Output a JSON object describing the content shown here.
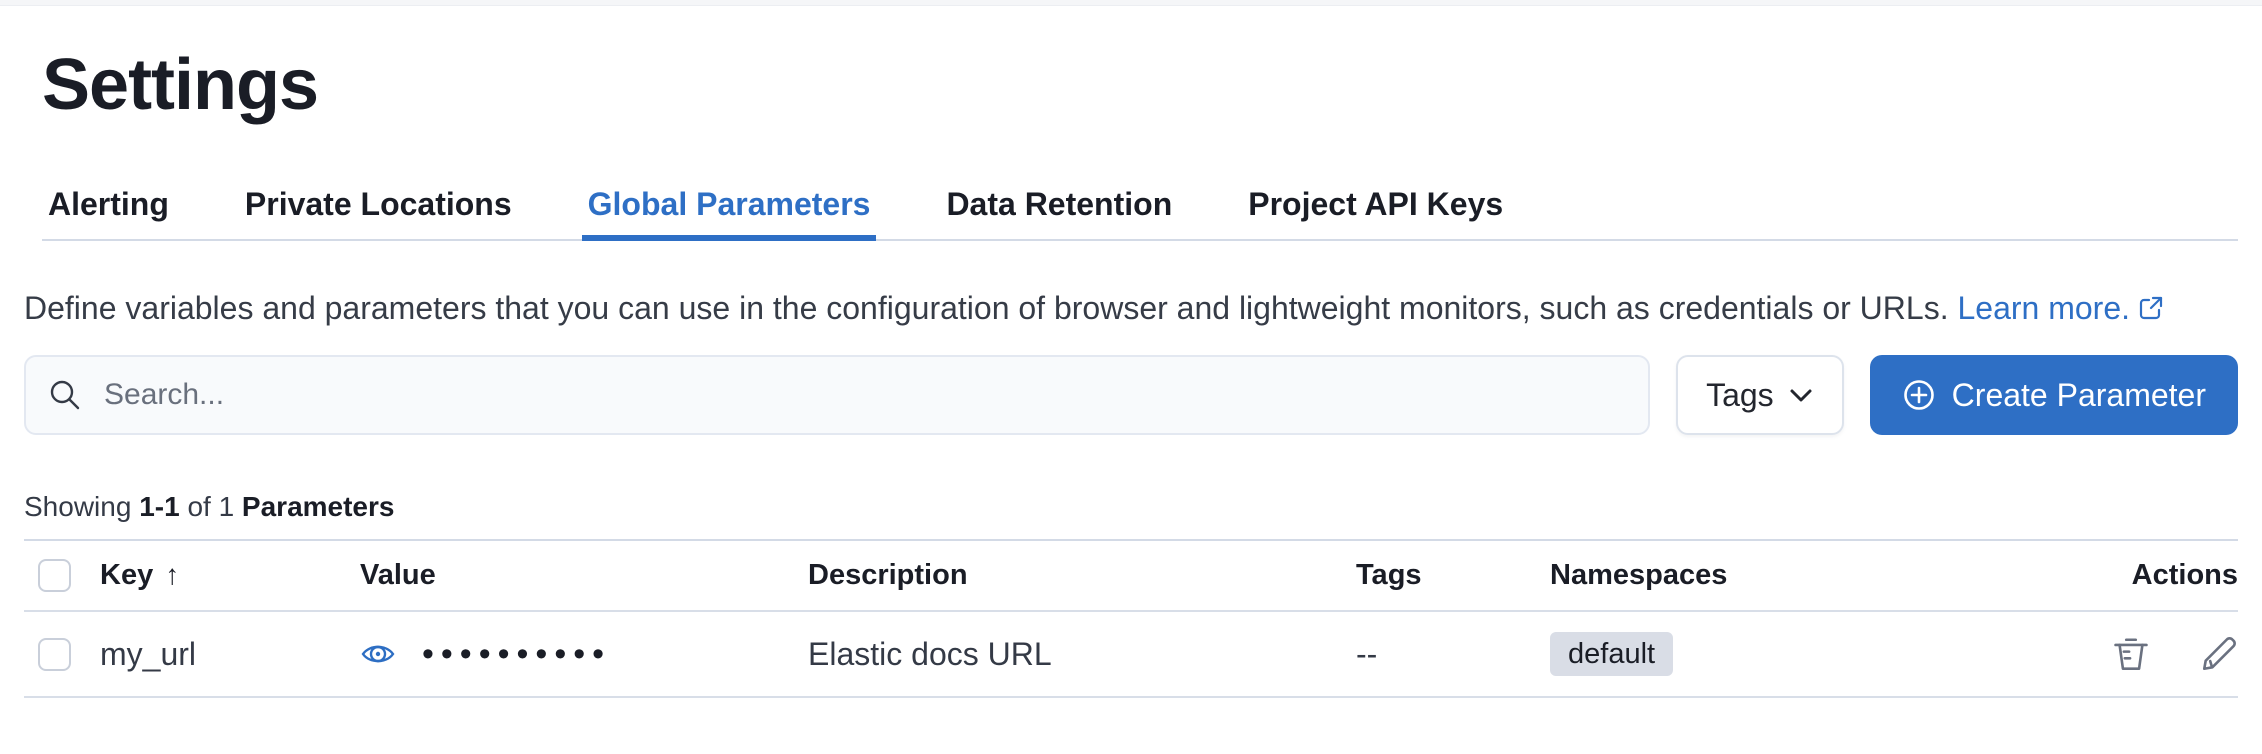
{
  "page": {
    "title": "Settings"
  },
  "tabs": [
    {
      "label": "Alerting",
      "active": false
    },
    {
      "label": "Private Locations",
      "active": false
    },
    {
      "label": "Global Parameters",
      "active": true
    },
    {
      "label": "Data Retention",
      "active": false
    },
    {
      "label": "Project API Keys",
      "active": false
    }
  ],
  "description": {
    "text": "Define variables and parameters that you can use in the configuration of browser and lightweight monitors, such as credentials or URLs.",
    "link_label": "Learn more."
  },
  "toolbar": {
    "search_placeholder": "Search...",
    "tags_button_label": "Tags",
    "create_button_label": "Create Parameter"
  },
  "summary": {
    "prefix": "Showing",
    "range": "1-1",
    "of": "of 1",
    "entity": "Parameters"
  },
  "table": {
    "columns": [
      "Key",
      "Value",
      "Description",
      "Tags",
      "Namespaces",
      "Actions"
    ],
    "sort": {
      "column": "Key",
      "direction": "ascending",
      "indicator": "↑"
    },
    "rows": [
      {
        "key": "my_url",
        "value_masked": "••••••••••",
        "description": "Elastic docs URL",
        "tags": "--",
        "namespaces": "default",
        "selected": false
      }
    ]
  },
  "icons": {
    "search": "magnifier",
    "learn_more": "external-link",
    "tags_dropdown": "chevron-down",
    "create": "plus-in-circle",
    "value_reveal": "eye",
    "sort": "arrow-up",
    "delete": "trash",
    "edit": "pencil"
  },
  "colors": {
    "accent_blue": "#2e6fc5",
    "text_dark": "#1a1d26",
    "text_body": "#363c47",
    "text_muted": "#69707d",
    "border_light": "#d3dae6",
    "badge_bg": "#d9dde6",
    "search_bg": "#f8fafc"
  }
}
